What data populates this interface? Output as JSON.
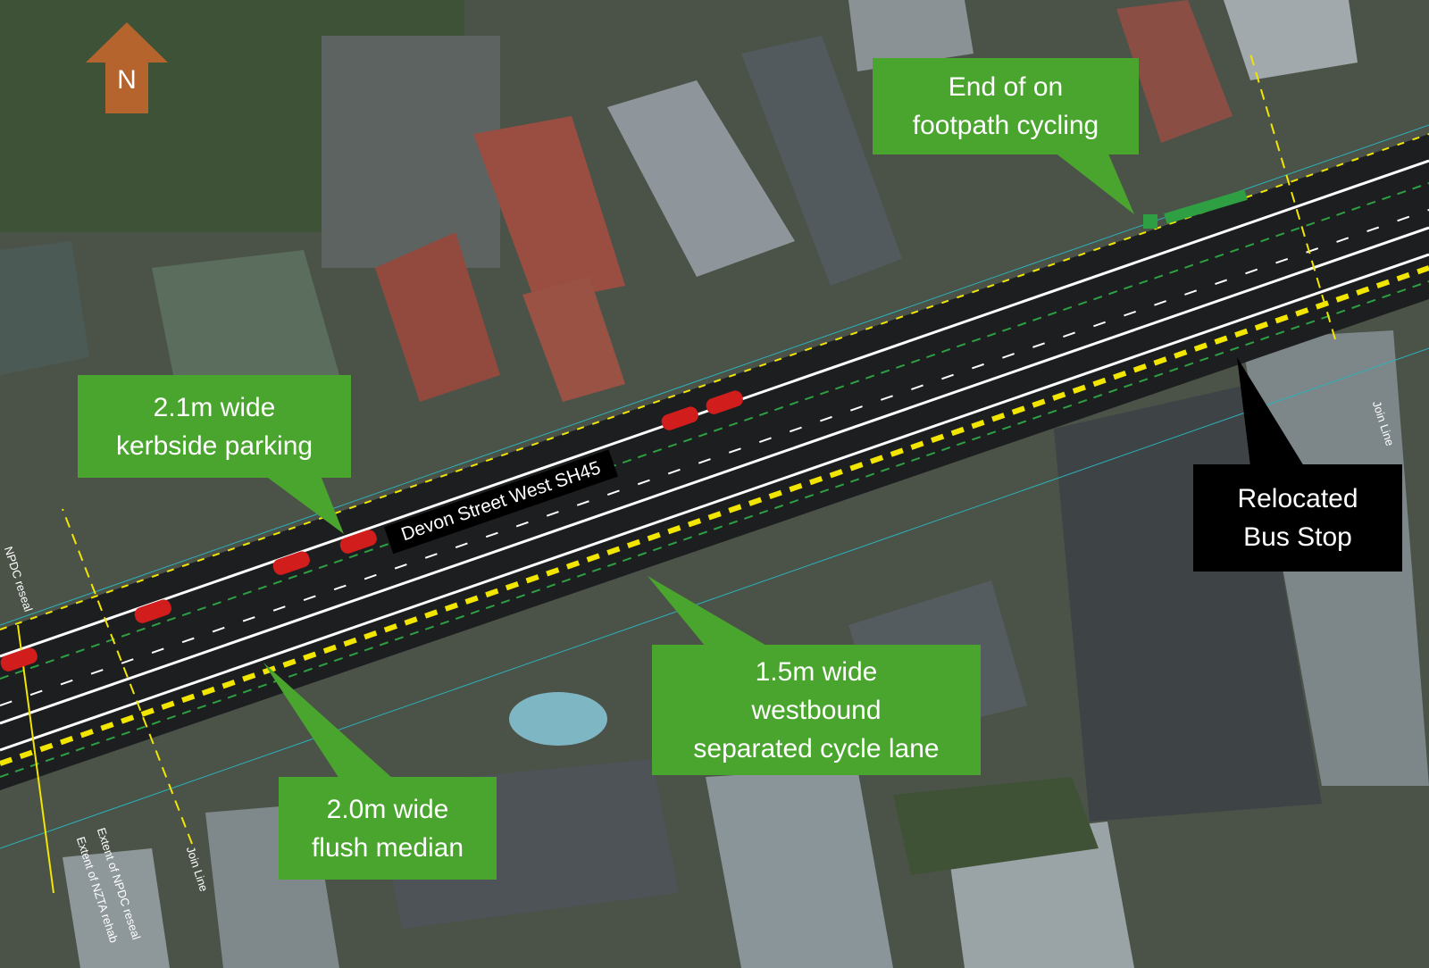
{
  "north_arrow": {
    "label": "N",
    "color": "#b5642e"
  },
  "street_label": "Devon Street West SH45",
  "callouts": {
    "footpath": {
      "line1": "End of on",
      "line2": "footpath cycling"
    },
    "parking": {
      "line1": "2.1m wide",
      "line2": "kerbside parking"
    },
    "bus_stop": {
      "line1": "Relocated",
      "line2": "Bus Stop"
    },
    "cycle_lane": {
      "line1": "1.5m wide",
      "line2": "westbound",
      "line3": "separated cycle lane"
    },
    "median": {
      "line1": "2.0m wide",
      "line2": "flush median"
    }
  },
  "map_labels": {
    "join_line_right": "Join Line",
    "join_line_left": "Join Line",
    "npdc_extent": "Extent of NPDC reseal",
    "nzta_extent": "Extent of NZTA rehab",
    "npdc_edge": "NPDC reseal"
  },
  "colors": {
    "callout_green": "#4aa52e",
    "callout_black": "#000000",
    "road": "#1c1e1f",
    "cycle_lane_green": "#2ea043",
    "yellow": "#f2e600"
  }
}
